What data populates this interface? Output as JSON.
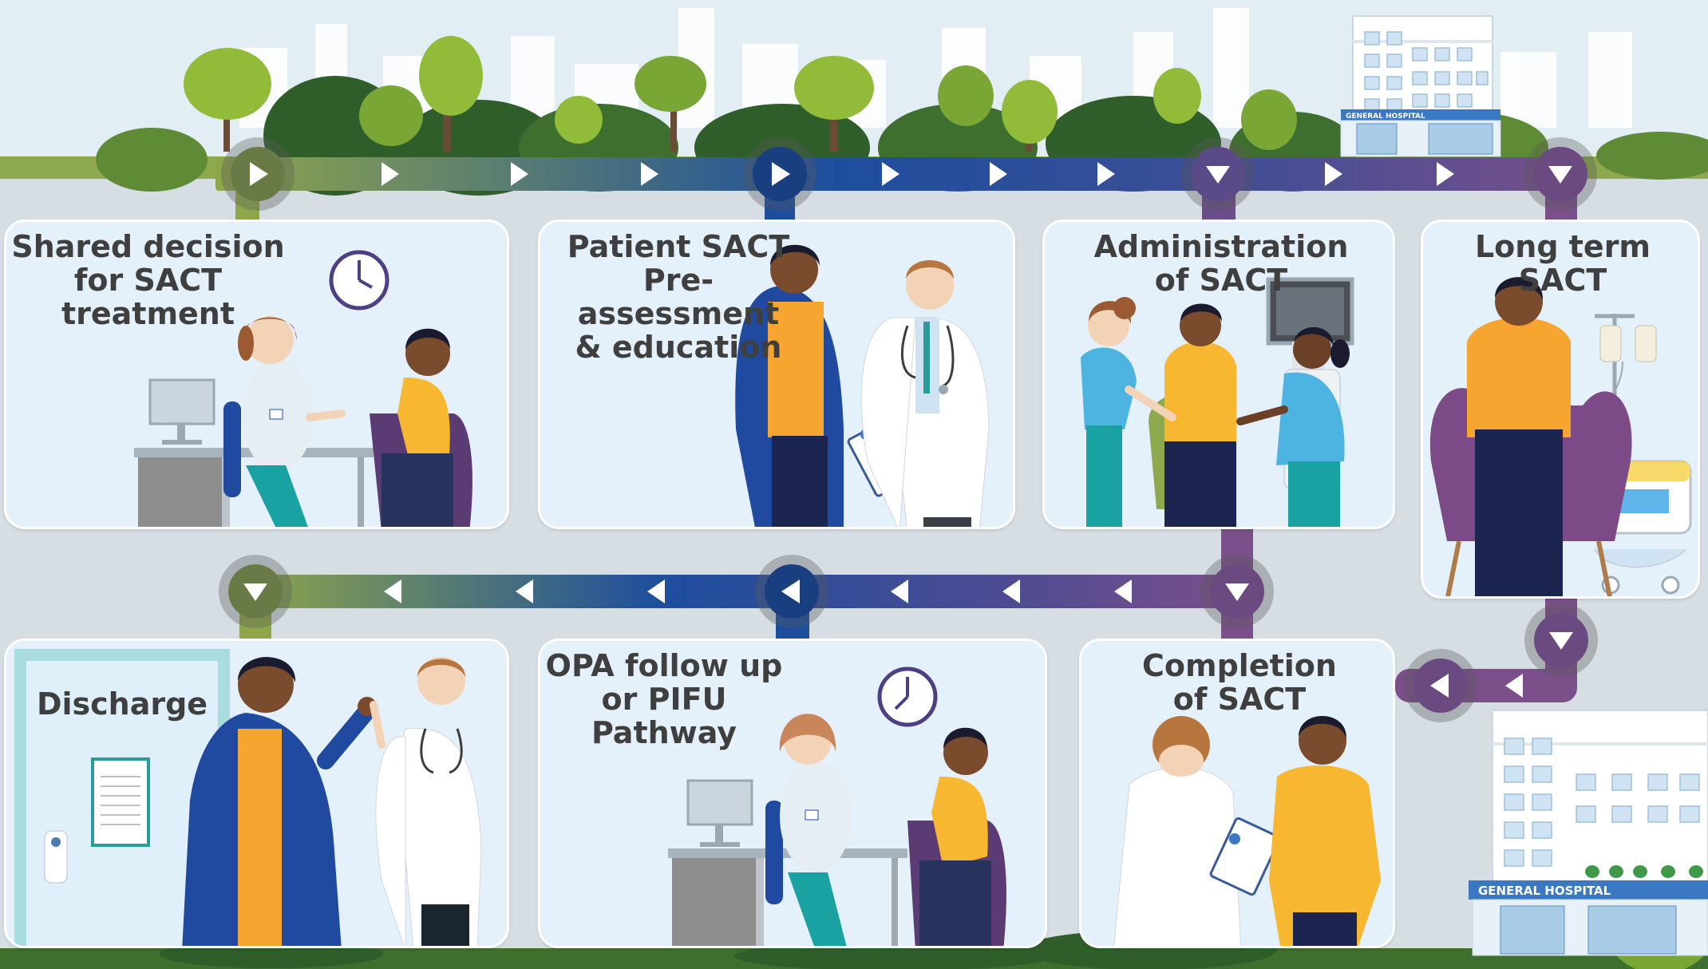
{
  "infographic": {
    "stages": [
      {
        "title": "Shared decision\nfor SACT\ntreatment"
      },
      {
        "title": "Patient SACT\nPre-assessment\n& education"
      },
      {
        "title": "Administration\nof SACT"
      },
      {
        "title": "Long term\nSACT"
      },
      {
        "title": "Discharge"
      },
      {
        "title": "OPA follow up\nor PIFU\nPathway"
      },
      {
        "title": "Completion\nof SACT"
      }
    ],
    "hospital_signs": {
      "top": "GENERAL HOSPITAL",
      "bottom": "GENERAL HOSPITAL"
    }
  },
  "colors": {
    "sky": "#e3eef4",
    "card_bg": "#e4f1fa",
    "path_green": "#8fa64a",
    "path_blue": "#1d4e9e",
    "path_purple": "#7a4f8a",
    "title_text": "#3f3f3f",
    "tree_dark": "#3f6f2f",
    "tree_light": "#93bb3a"
  },
  "icons": [
    "play-arrow-icon",
    "clock-icon",
    "computer-monitor-icon",
    "clipboard-icon",
    "iv-drip-stand-icon",
    "chemotherapy-pump-icon",
    "door-icon",
    "hospital-building-icon",
    "tree-icon"
  ]
}
